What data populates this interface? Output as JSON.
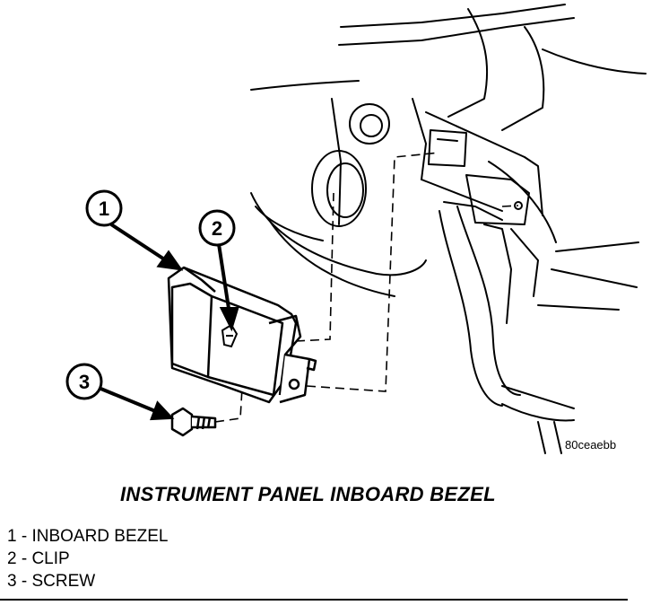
{
  "figure": {
    "code": "80ceaebb",
    "title": "INSTRUMENT PANEL INBOARD BEZEL",
    "callouts": [
      "1",
      "2",
      "3"
    ],
    "legend": [
      "1 - INBOARD BEZEL",
      "2 - CLIP",
      "3 - SCREW"
    ]
  }
}
